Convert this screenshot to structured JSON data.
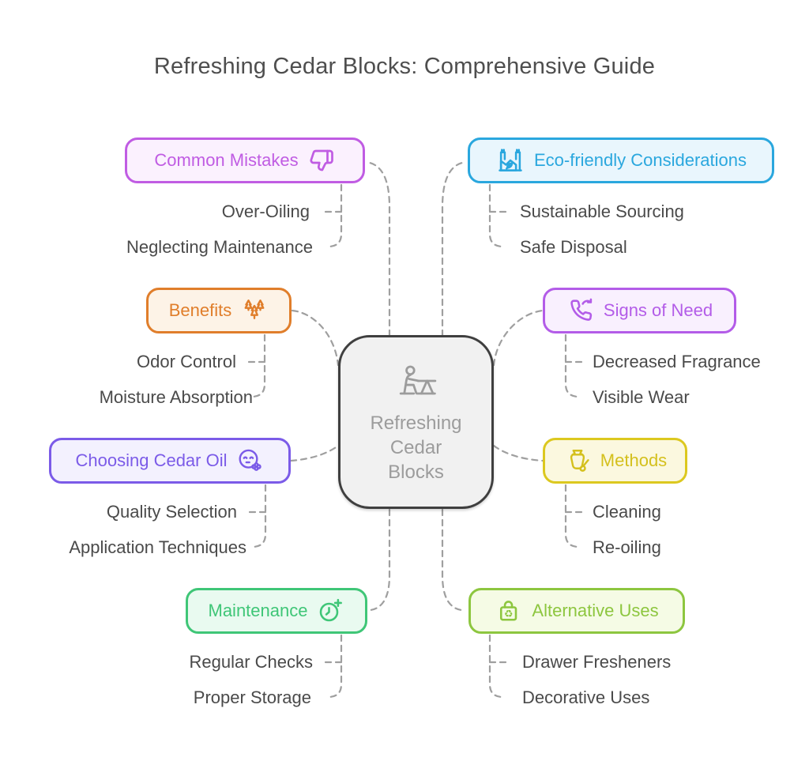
{
  "title": "Refreshing Cedar Blocks: Comprehensive Guide",
  "center": {
    "lines": [
      "Refreshing",
      "Cedar",
      "Blocks"
    ],
    "icon": "person-at-table-icon",
    "fill": "#f1f1f1",
    "border_color": "#3f3f3f",
    "text_color": "#9c9c9c"
  },
  "connector_color": "#9f9f9f",
  "branches": [
    {
      "label": "Common Mistakes",
      "icon": "thumbs-down-icon",
      "icon_side": "right",
      "color": "#c05ce3",
      "fill": "#fbf1fe",
      "children": [
        "Over-Oiling",
        "Neglecting Maintenance"
      ]
    },
    {
      "label": "Eco-friendly Considerations",
      "icon": "eco-factory-leaf-icon",
      "icon_side": "left",
      "color": "#2aa7de",
      "fill": "#e9f6fd",
      "children": [
        "Sustainable Sourcing",
        "Safe Disposal"
      ]
    },
    {
      "label": "Benefits",
      "icon": "pine-trees-icon",
      "icon_side": "right",
      "color": "#e07e2b",
      "fill": "#fdf3e7",
      "children": [
        "Odor Control",
        "Moisture Absorption"
      ]
    },
    {
      "label": "Signs of Need",
      "icon": "phone-refresh-icon",
      "icon_side": "left",
      "color": "#b35ce8",
      "fill": "#f9f0fe",
      "children": [
        "Decreased Fragrance",
        "Visible Wear"
      ]
    },
    {
      "label": "Choosing Cedar Oil",
      "icon": "smiley-flower-icon",
      "icon_side": "right",
      "color": "#7b5be8",
      "fill": "#f3f1fe",
      "children": [
        "Quality Selection",
        "Application Techniques"
      ]
    },
    {
      "label": "Methods",
      "icon": "vase-brush-icon",
      "icon_side": "left",
      "color": "#dcc81f",
      "fill": "#fbf8df",
      "children": [
        "Cleaning",
        "Re-oiling"
      ]
    },
    {
      "label": "Maintenance",
      "icon": "clock-plus-icon",
      "icon_side": "right",
      "color": "#3fc677",
      "fill": "#e9faf0",
      "children": [
        "Regular Checks",
        "Proper Storage"
      ]
    },
    {
      "label": "Alternative Uses",
      "icon": "bag-recycle-icon",
      "icon_side": "left",
      "color": "#8dc63f",
      "fill": "#f5fbe5",
      "children": [
        "Drawer Fresheners",
        "Decorative Uses"
      ]
    }
  ]
}
